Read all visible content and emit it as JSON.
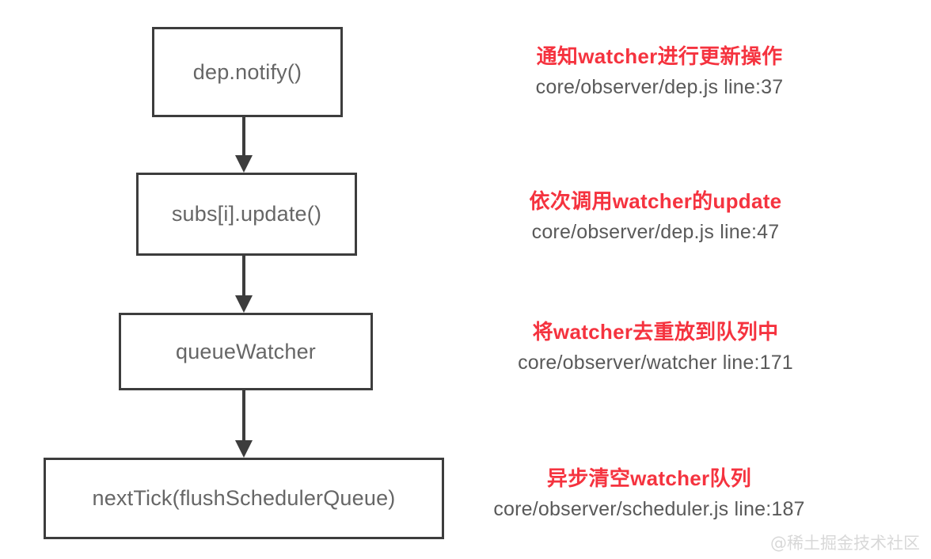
{
  "diagram": {
    "title": "Vue dep.notify watcher update flow",
    "colors": {
      "box_border": "#3d3d3d",
      "box_background": "#ffffff",
      "box_label": "#666666",
      "annotation_title": "#f5333f",
      "annotation_path": "#595959",
      "arrow": "#3d3d3d",
      "watermark": "#d8d8d8",
      "page_background": "#ffffff"
    },
    "nodes": [
      {
        "id": "node-1",
        "label": "dep.notify()"
      },
      {
        "id": "node-2",
        "label": "subs[i].update()"
      },
      {
        "id": "node-3",
        "label": "queueWatcher"
      },
      {
        "id": "node-4",
        "label": "nextTick(flushSchedulerQueue)"
      }
    ],
    "connectors": [
      {
        "id": "conn-1",
        "from": "node-1",
        "to": "node-2",
        "kind": "arrow-down"
      },
      {
        "id": "conn-2",
        "from": "node-2",
        "to": "node-3",
        "kind": "arrow-down"
      },
      {
        "id": "conn-3",
        "from": "node-3",
        "to": "node-4",
        "kind": "arrow-down"
      }
    ],
    "annotations": [
      {
        "id": "anno-1",
        "for": "node-1",
        "title": "通知watcher进行更新操作",
        "path": "core/observer/dep.js  line:37"
      },
      {
        "id": "anno-2",
        "for": "node-2",
        "title": "依次调用watcher的update",
        "path": "core/observer/dep.js  line:47"
      },
      {
        "id": "anno-3",
        "for": "node-3",
        "title": "将watcher去重放到队列中",
        "path": "core/observer/watcher  line:171"
      },
      {
        "id": "anno-4",
        "for": "node-4",
        "title": "异步清空watcher队列",
        "path": "core/observer/scheduler.js  line:187"
      }
    ],
    "watermark": "@稀土掘金技术社区"
  }
}
